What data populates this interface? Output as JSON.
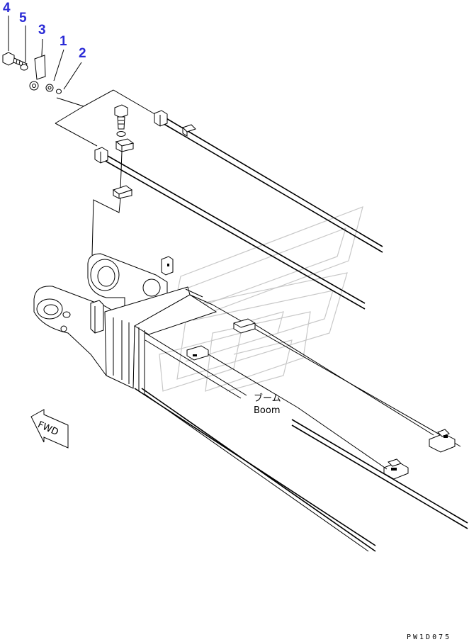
{
  "callouts": [
    {
      "id": "4",
      "text": "4"
    },
    {
      "id": "5",
      "text": "5"
    },
    {
      "id": "3",
      "text": "3"
    },
    {
      "id": "1",
      "text": "1"
    },
    {
      "id": "2",
      "text": "2"
    }
  ],
  "labels": {
    "boom_jp": "ブーム",
    "boom_en": "Boom",
    "fwd": "FWD",
    "drawing_code": "PW1D075"
  },
  "colors": {
    "callout": "#2a2ad6",
    "line": "#000000",
    "watermark": "#c8c8c8"
  }
}
